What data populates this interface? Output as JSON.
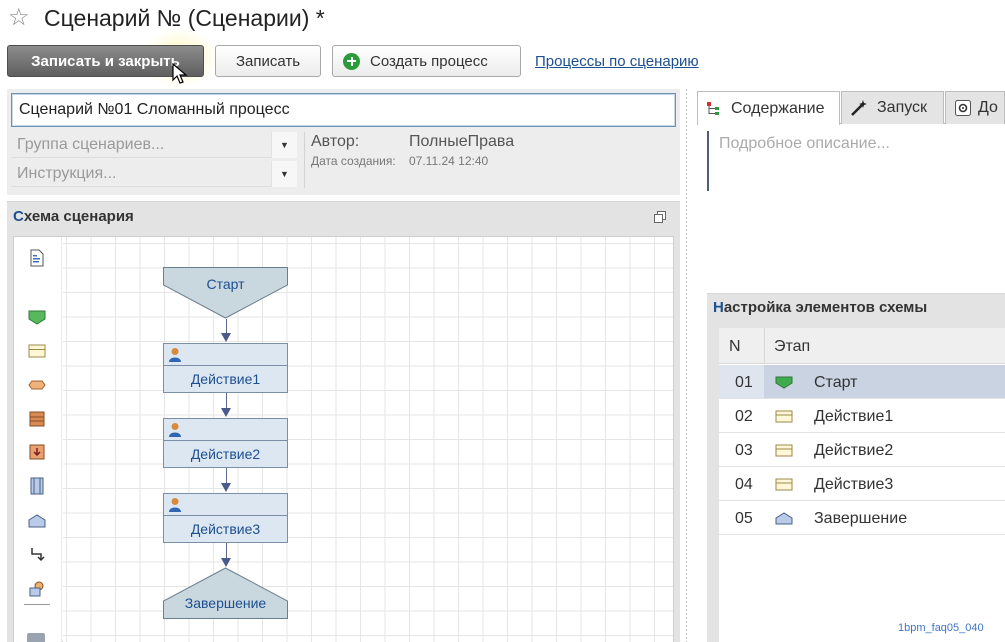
{
  "title": "Сценарий № (Сценарии) *",
  "toolbar": {
    "save_close": "Записать и закрыть",
    "save": "Записать",
    "create_process": "Создать процесс",
    "processes_link": "Процессы по сценарию"
  },
  "form": {
    "name_value": "Сценарий №01 Сломанный процесс",
    "group_placeholder": "Группа сценариев...",
    "instruction_placeholder": "Инструкция...",
    "author_label": "Автор:",
    "author_value": "ПолныеПрава",
    "date_label": "Дата создания:",
    "date_value": "07.11.24 12:40"
  },
  "scheme": {
    "title_first": "С",
    "title_rest": "хема сценария",
    "nodes": {
      "start": "Старт",
      "action1": "Действие1",
      "action2": "Действие2",
      "action3": "Действие3",
      "end": "Завершение"
    }
  },
  "tabs": {
    "content": "Содержание",
    "launch": "Запуск",
    "extra": "До"
  },
  "description_placeholder": "Подробное описание...",
  "settings": {
    "title_first": "Н",
    "title_rest": "астройка элементов схемы",
    "col_n": "N",
    "col_stage": "Этап",
    "rows": [
      {
        "n": "01",
        "name": "Старт"
      },
      {
        "n": "02",
        "name": "Действие1"
      },
      {
        "n": "03",
        "name": "Действие2"
      },
      {
        "n": "04",
        "name": "Действие3"
      },
      {
        "n": "05",
        "name": "Завершение"
      }
    ]
  },
  "watermark": "1bpm_faq05_040",
  "colors": {
    "accent_blue": "#1d4f91",
    "node_fill": "#dde7f1",
    "start_fill": "#c9d7de",
    "start_icon": "#3faa4e",
    "selected_row": "#c9d3e2"
  }
}
